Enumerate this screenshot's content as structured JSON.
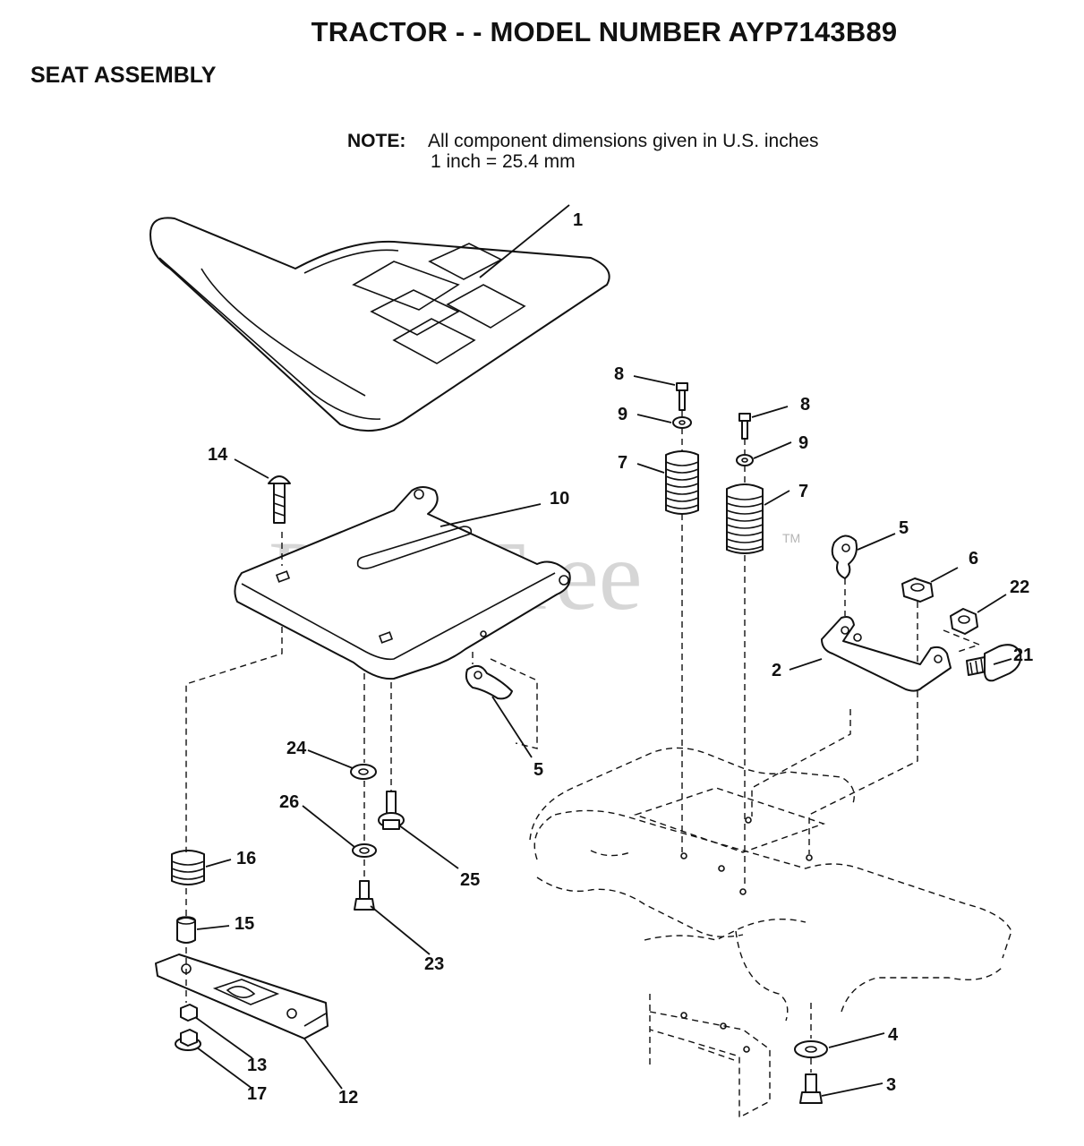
{
  "title": "TRACTOR - - MODEL NUMBER AYP7143B89",
  "section": "SEAT ASSEMBLY",
  "note": {
    "label": "NOTE:",
    "line1": "All component dimensions given in U.S. inches",
    "line2": "1 inch = 25.4 mm"
  },
  "watermark": {
    "text": "PartsTree",
    "tm": "TM"
  },
  "callouts": {
    "c1": "1",
    "c2": "2",
    "c3": "3",
    "c4": "4",
    "c5a": "5",
    "c5b": "5",
    "c6": "6",
    "c7a": "7",
    "c7b": "7",
    "c8a": "8",
    "c8b": "8",
    "c9a": "9",
    "c9b": "9",
    "c10": "10",
    "c12": "12",
    "c13": "13",
    "c14": "14",
    "c15": "15",
    "c16": "16",
    "c17": "17",
    "c21": "21",
    "c22": "22",
    "c23": "23",
    "c24": "24",
    "c25": "25",
    "c26": "26"
  }
}
